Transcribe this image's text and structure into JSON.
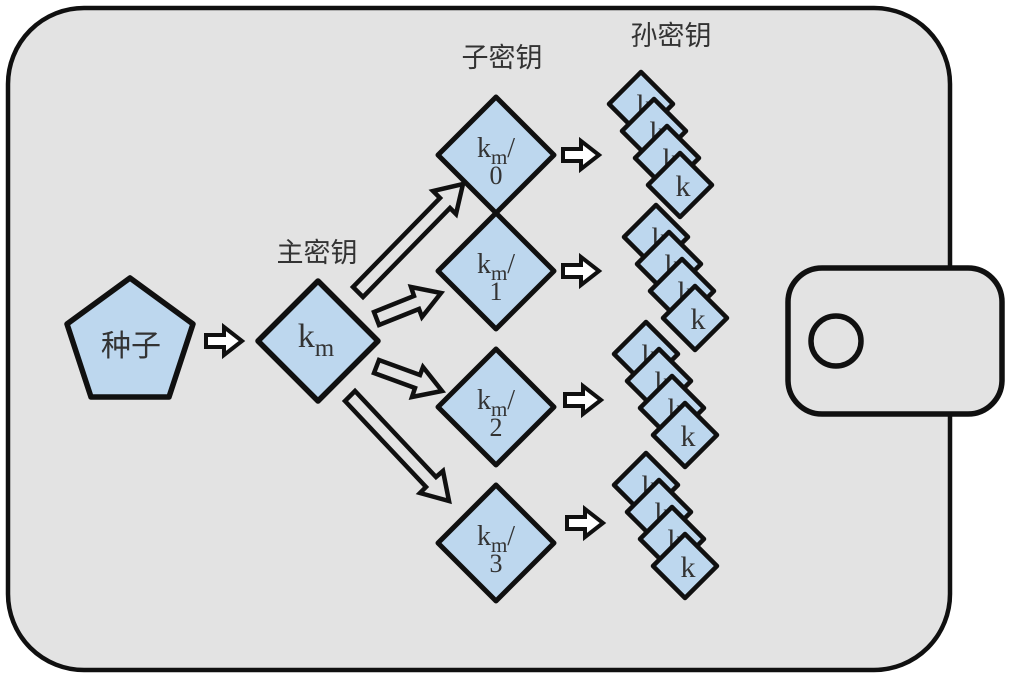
{
  "labels": {
    "seed": "种子",
    "master_key": "主密钥",
    "child_key": "子密钥",
    "grandchild_key": "孙密钥"
  },
  "keys": {
    "master": {
      "base": "k",
      "sub": "m"
    },
    "children": [
      {
        "base": "k",
        "sub": "m",
        "slash": "/",
        "index": "0"
      },
      {
        "base": "k",
        "sub": "m",
        "slash": "/",
        "index": "1"
      },
      {
        "base": "k",
        "sub": "m",
        "slash": "/",
        "index": "2"
      },
      {
        "base": "k",
        "sub": "m",
        "slash": "/",
        "index": "3"
      }
    ],
    "grandchild_label": "k"
  },
  "structure": {
    "flow": "seed -> master key -> child keys -> grandchild key stacks",
    "child_count": 4,
    "grandchildren_per_child": 4
  },
  "colors": {
    "background": "#ffffff",
    "panel_fill": "#e3e3e3",
    "shape_fill": "#bdd7ee",
    "outline": "#101010",
    "text": "#333333",
    "small_arrow_fill": "#ffffff"
  }
}
